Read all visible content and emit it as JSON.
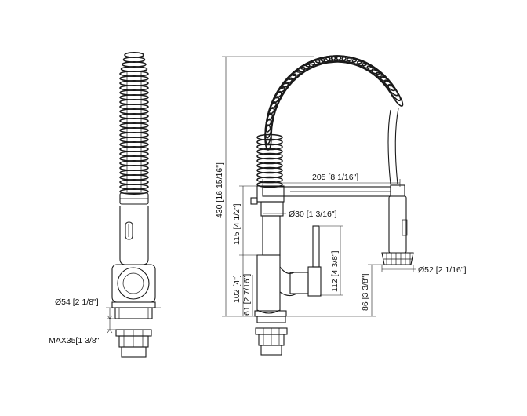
{
  "dimensions": {
    "side_width": "Ø54 [2 1/8\"]",
    "side_max": "MAX35[1 3/8\"",
    "total_height": "430 [16 15/16\"]",
    "spout_height": "115 [4 1/2\"]",
    "body_height": "102 [4\"]",
    "base_height": "61 [2 7/16\"]",
    "reach": "205 [8 1/16\"]",
    "spout_dia": "Ø30 [1 3/16\"]",
    "handle_height": "112 [4 3/8\"]",
    "spray_height": "86 [3 3/8\"]",
    "spray_dia": "Ø52 [2 1/16\"]"
  }
}
